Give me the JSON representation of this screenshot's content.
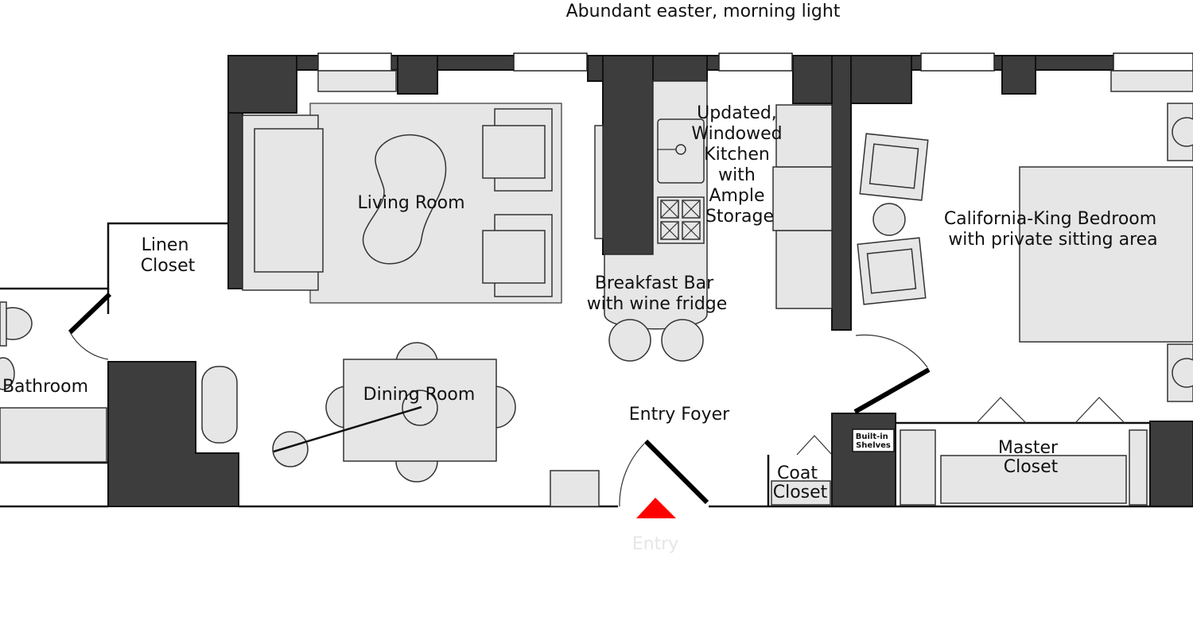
{
  "header": {
    "note": "Abundant easter, morning light"
  },
  "rooms": {
    "living_room": "Living Room",
    "linen_closet": [
      "Linen",
      "Closet"
    ],
    "kitchen": [
      "Updated,",
      "Windowed",
      "Kitchen",
      "with",
      "Ample",
      "Storage"
    ],
    "breakfast_bar": [
      "Breakfast Bar",
      "with wine fridge"
    ],
    "bedroom": [
      "California-King Bedroom",
      "with private sitting area"
    ],
    "bathroom": "Bathroom",
    "dining_room": "Dining Room",
    "entry_foyer": "Entry Foyer",
    "coat_closet": [
      "Coat",
      "Closet"
    ],
    "built_in_shelves": [
      "Built-in",
      "Shelves"
    ],
    "master_closet": [
      "Master",
      "Closet"
    ]
  },
  "entry": {
    "label": "Entry",
    "marker_color": "#ff0000"
  },
  "colors": {
    "wall": "#3d3d3d",
    "furniture": "#e6e6e6",
    "line": "#111111"
  }
}
